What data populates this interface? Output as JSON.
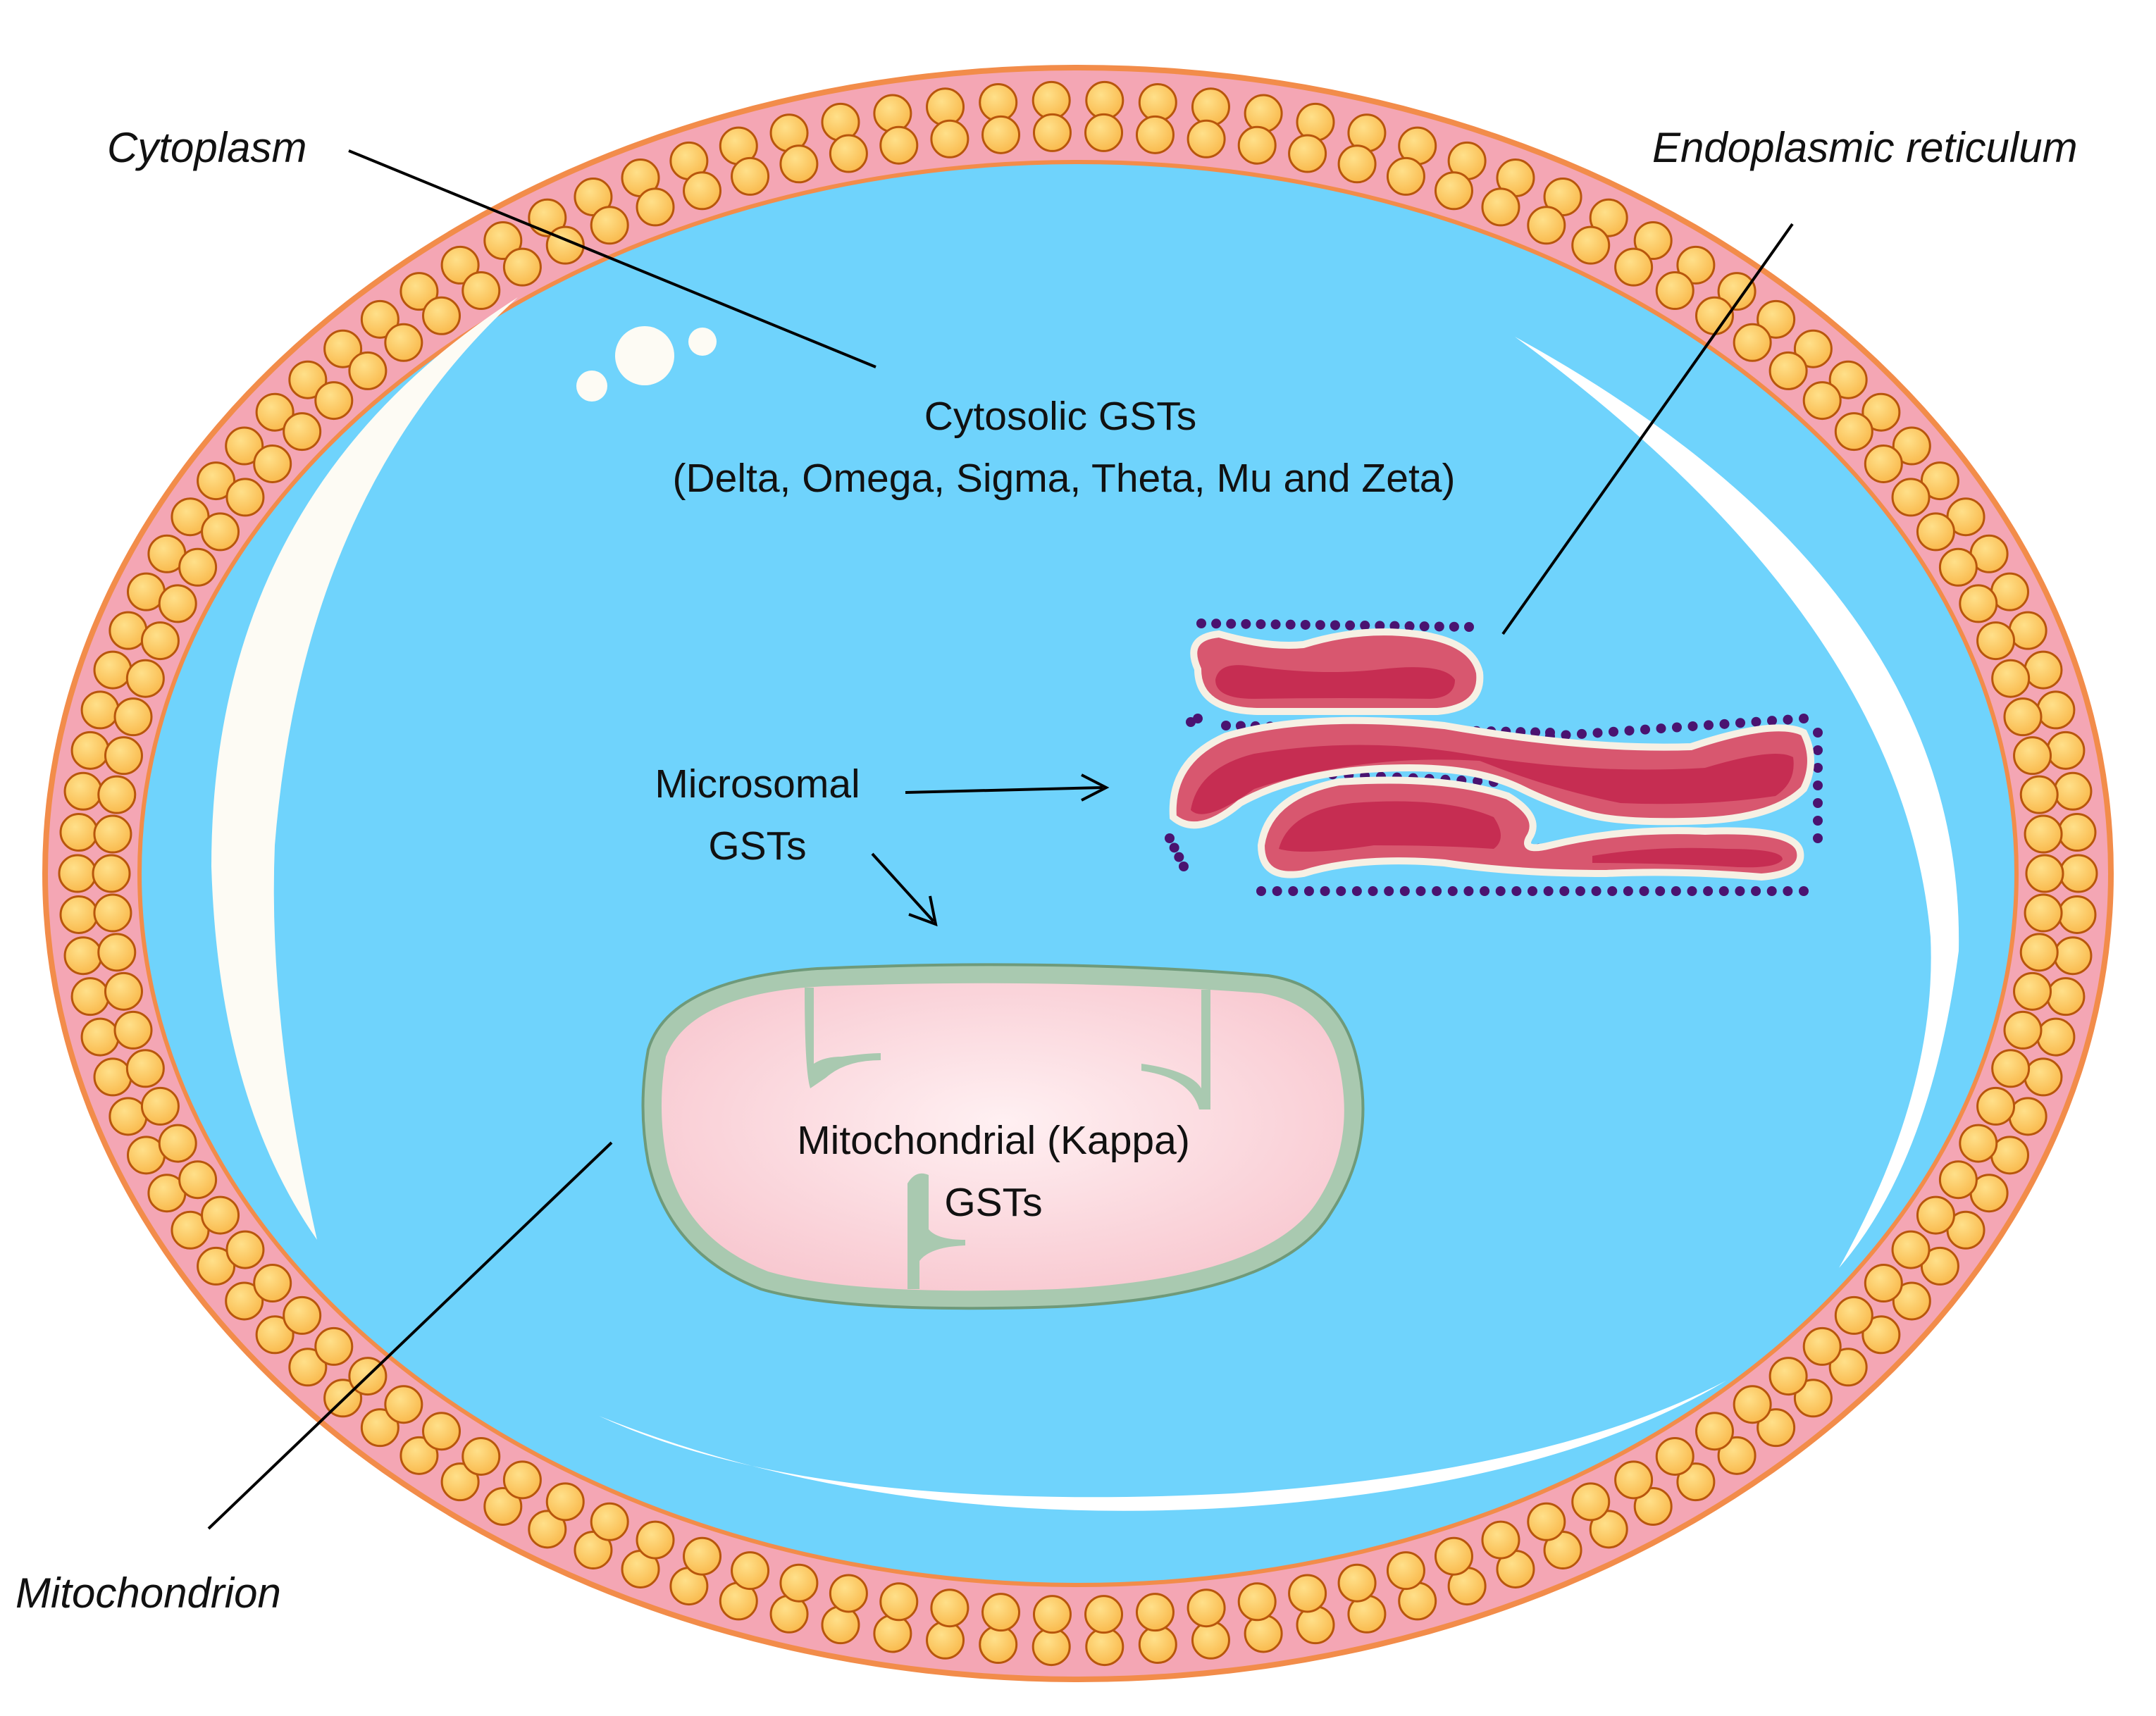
{
  "labels": {
    "cytoplasm": "Cytoplasm",
    "endoplasmic_reticulum": "Endoplasmic reticulum",
    "mitochondrion": "Mitochondrion",
    "cytosolic_line1": "Cytosolic GSTs",
    "cytosolic_line2": "(Delta, Omega, Sigma, Theta, Mu and Zeta)",
    "microsomal_line1": "Microsomal",
    "microsomal_line2": "GSTs",
    "mito_line1": "Mitochondrial (Kappa)",
    "mito_line2": "GSTs"
  },
  "colors": {
    "cytoplasm_fill": "#6fd3fc",
    "membrane_pink": "#f4a6b4",
    "membrane_orange": "#f28c4a",
    "lipid_head": "#fcc65c",
    "lipid_head_stroke": "#b8560c",
    "er_fill": "#d8576f",
    "er_lumen": "#c62d52",
    "ribosome": "#4a1370",
    "mito_outer": "#a9c9b0",
    "mito_inner": "#fcd5dc"
  }
}
